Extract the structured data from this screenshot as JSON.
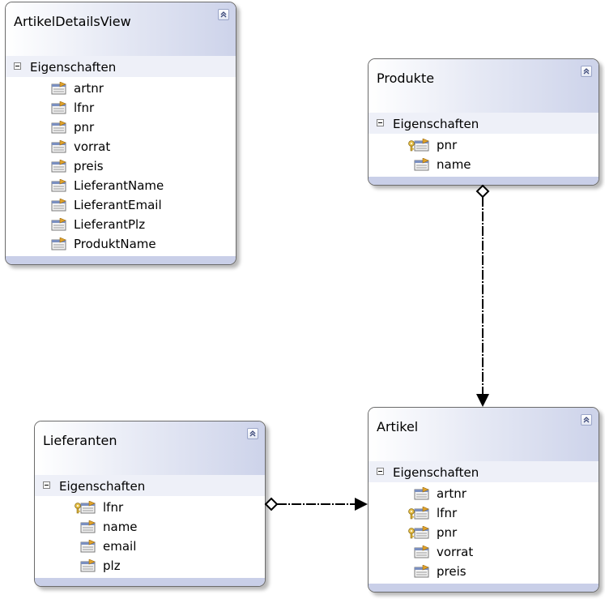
{
  "diagram": {
    "section_label": "Eigenschaften",
    "entities": {
      "artikeldetailsview": {
        "title": "ArtikelDetailsView",
        "properties": [
          {
            "name": "artnr",
            "key": false
          },
          {
            "name": "lfnr",
            "key": false
          },
          {
            "name": "pnr",
            "key": false
          },
          {
            "name": "vorrat",
            "key": false
          },
          {
            "name": "preis",
            "key": false
          },
          {
            "name": "LieferantName",
            "key": false
          },
          {
            "name": "LieferantEmail",
            "key": false
          },
          {
            "name": "LieferantPlz",
            "key": false
          },
          {
            "name": "ProduktName",
            "key": false
          }
        ]
      },
      "produkte": {
        "title": "Produkte",
        "properties": [
          {
            "name": "pnr",
            "key": true
          },
          {
            "name": "name",
            "key": false
          }
        ]
      },
      "lieferanten": {
        "title": "Lieferanten",
        "properties": [
          {
            "name": "lfnr",
            "key": true
          },
          {
            "name": "name",
            "key": false
          },
          {
            "name": "email",
            "key": false
          },
          {
            "name": "plz",
            "key": false
          }
        ]
      },
      "artikel": {
        "title": "Artikel",
        "properties": [
          {
            "name": "artnr",
            "key": false
          },
          {
            "name": "lfnr",
            "key": true
          },
          {
            "name": "pnr",
            "key": true
          },
          {
            "name": "vorrat",
            "key": false
          },
          {
            "name": "preis",
            "key": false
          }
        ]
      }
    },
    "associations": [
      {
        "from": "Produkte",
        "to": "Artikel",
        "from_end": "diamond",
        "to_end": "arrow"
      },
      {
        "from": "Lieferanten",
        "to": "Artikel",
        "from_end": "diamond",
        "to_end": "arrow"
      }
    ],
    "colors": {
      "header_gradient_end": "#cdd3ea",
      "section_row": "#eef0f8",
      "footer_band": "#c9cfe8",
      "border": "#6b6b6b"
    }
  }
}
